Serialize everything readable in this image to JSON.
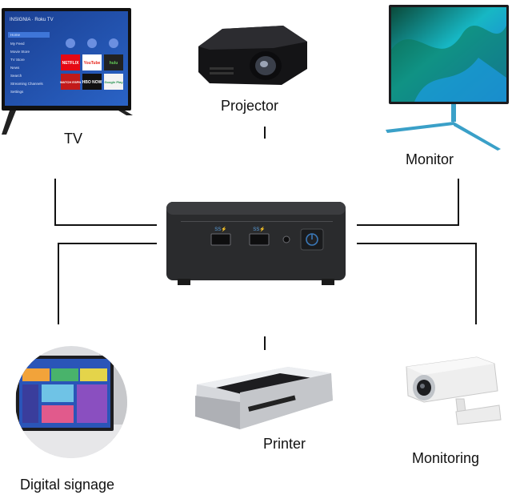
{
  "labels": {
    "tv": "TV",
    "projector": "Projector",
    "monitor": "Monitor",
    "digital_signage": "Digital signage",
    "printer": "Printer",
    "monitoring": "Monitoring"
  },
  "tv_screen": {
    "brand": "INSIGNIA · Roku TV",
    "menu": [
      "Home",
      "My Feed",
      "Movie Store",
      "TV Store",
      "News",
      "Search",
      "Streaming Channels",
      "Settings"
    ],
    "tiles": [
      "NETFLIX",
      "YouTube",
      "hulu",
      "WATCH ESPN",
      "HBO NOW",
      "Google Play"
    ]
  },
  "mini_pc": {
    "port_labels": [
      "SS⚡",
      "SS⚡"
    ],
    "power_icon": "power-icon"
  },
  "colors": {
    "wire": "#111111",
    "pc_body": "#2a2b2d",
    "tv_bg": "#1d4fa8",
    "monitor_accent": "#19c7d0"
  }
}
